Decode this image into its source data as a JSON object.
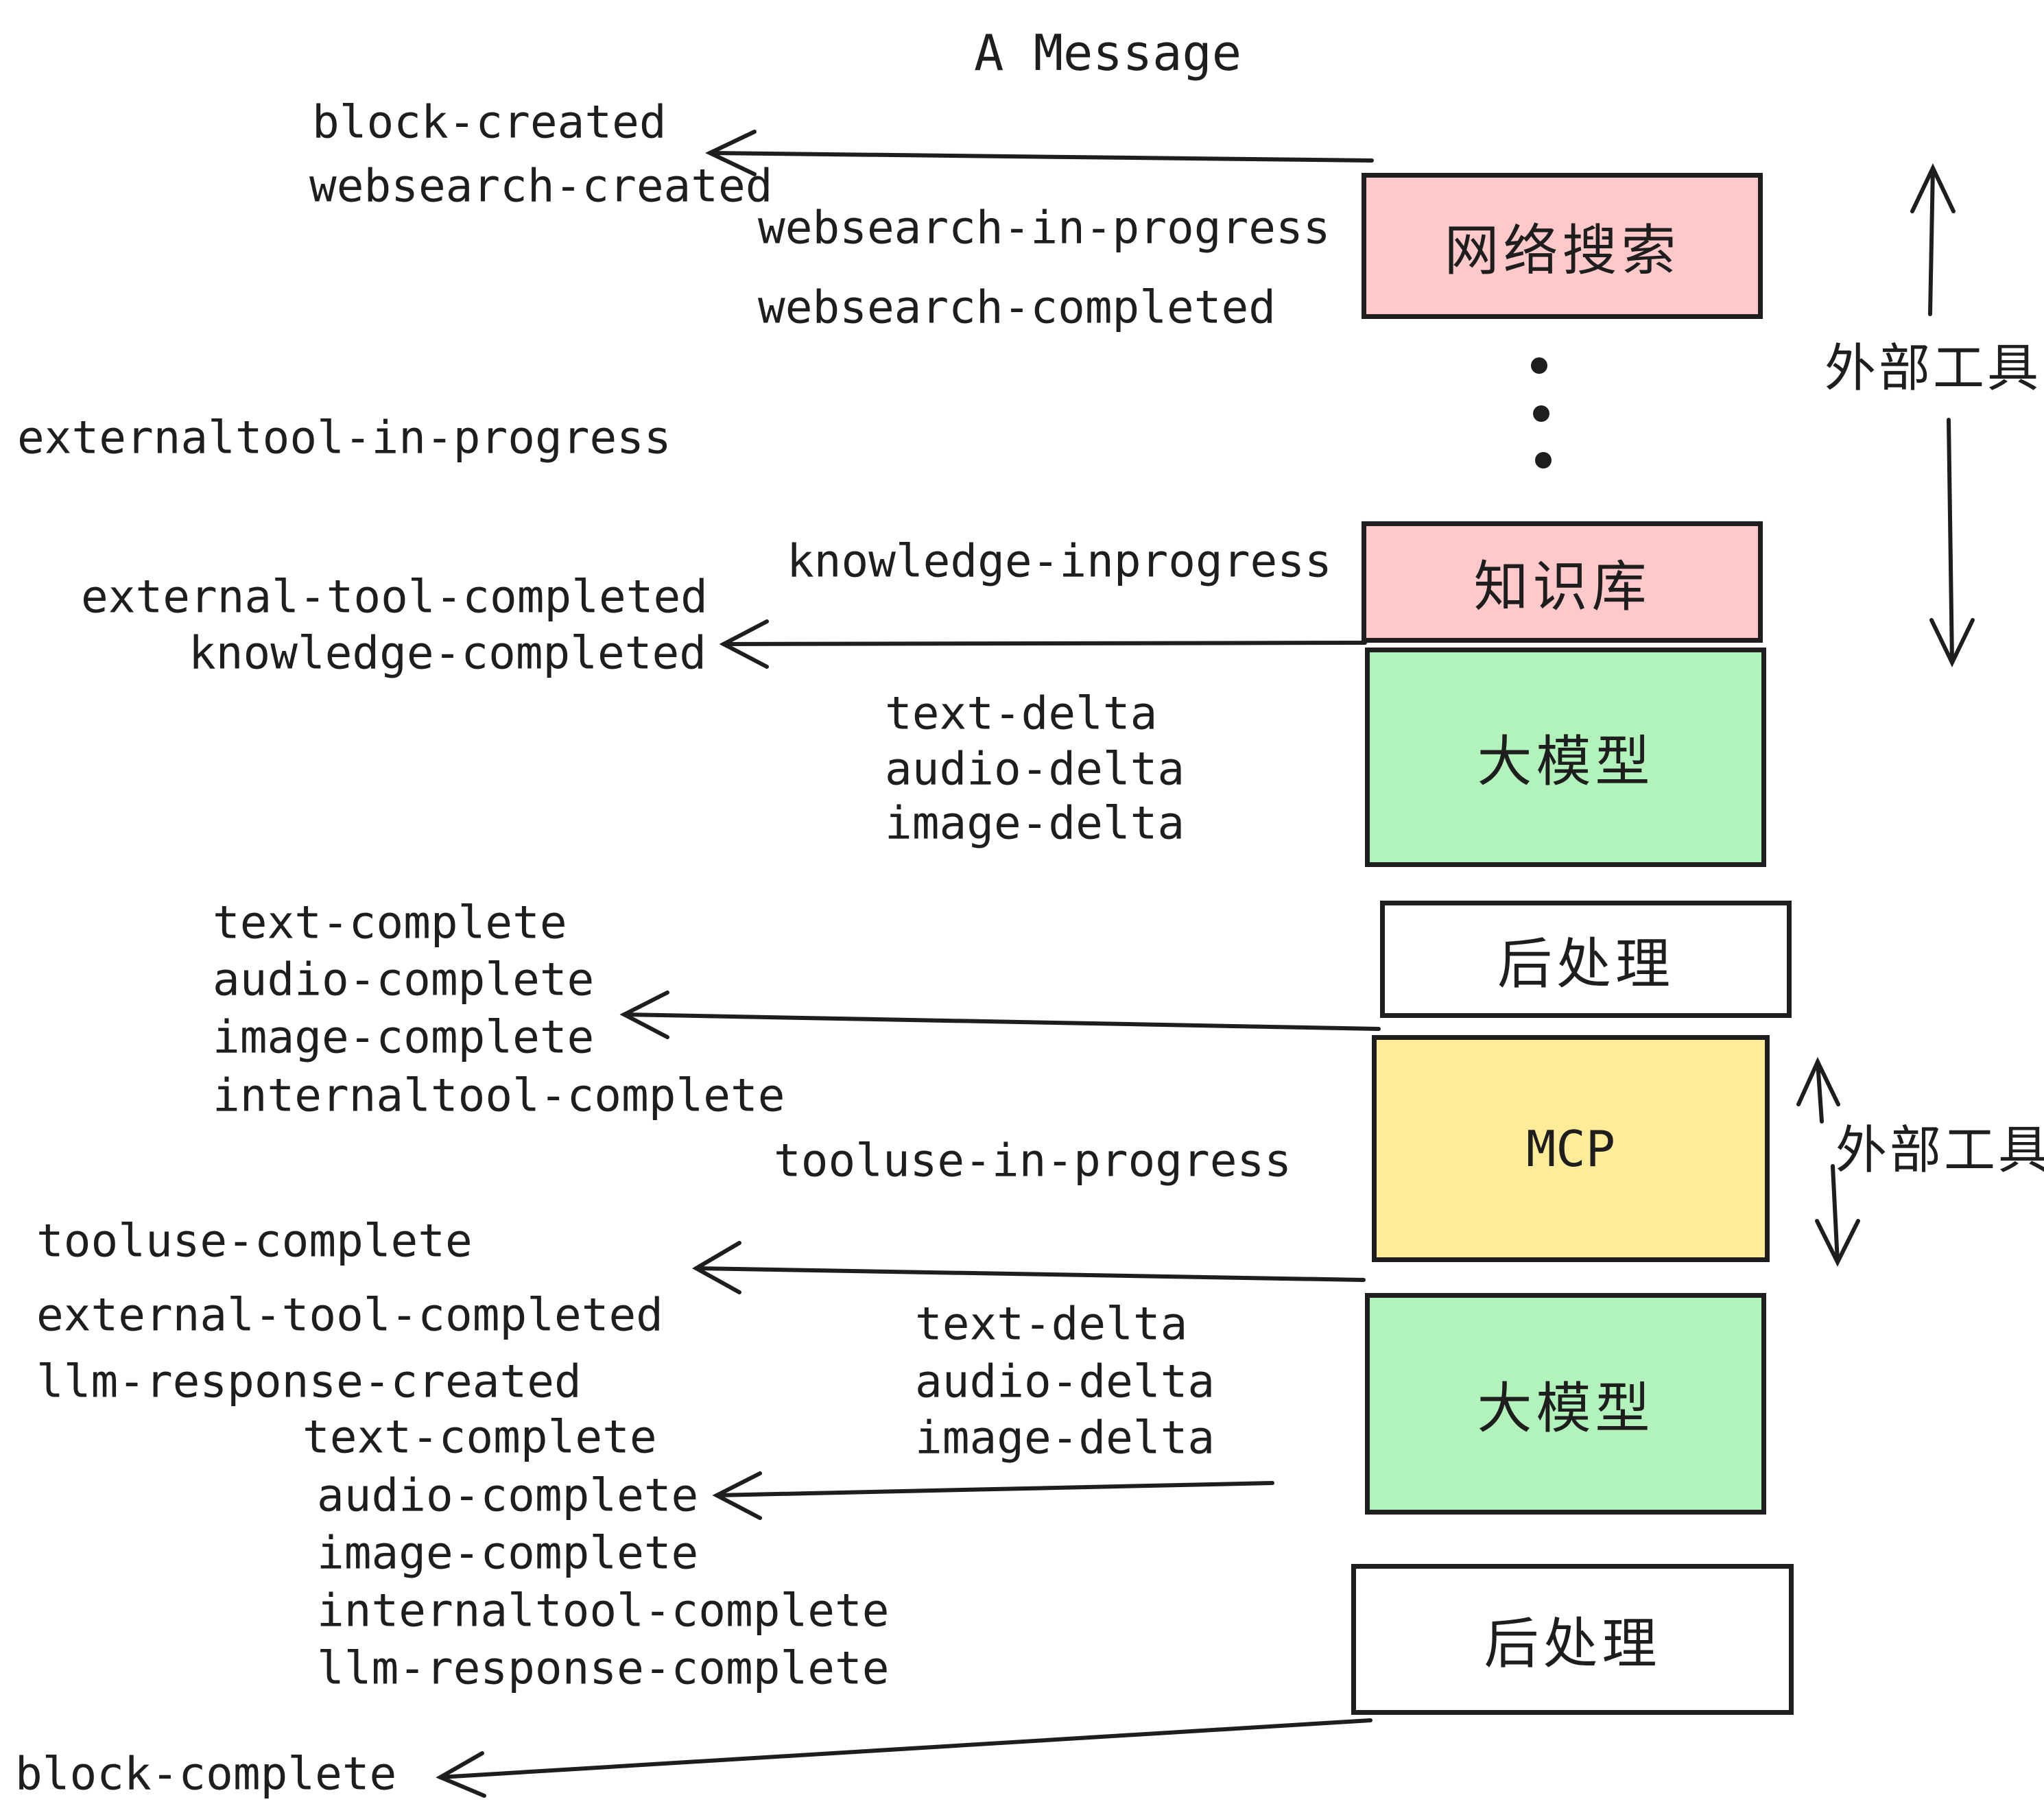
{
  "title": "A Message",
  "colors": {
    "ink": "#1e1e1e",
    "pink": "#ffc9c9",
    "green": "#b2f2bb",
    "yellow": "#ffec99",
    "white": "#ffffff"
  },
  "boxes": [
    {
      "id": "websearch",
      "label": "网络搜索",
      "color": "#ffc9c9"
    },
    {
      "id": "knowledge-base",
      "label": "知识库",
      "color": "#ffc9c9"
    },
    {
      "id": "llm-1",
      "label": "大模型",
      "color": "#b2f2bb"
    },
    {
      "id": "postprocess-1",
      "label": "后处理",
      "color": "#ffffff"
    },
    {
      "id": "mcp",
      "label": "MCP",
      "color": "#ffec99"
    },
    {
      "id": "llm-2",
      "label": "大模型",
      "color": "#b2f2bb"
    },
    {
      "id": "postprocess-2",
      "label": "后处理",
      "color": "#ffffff"
    }
  ],
  "side_labels": [
    {
      "label": "外部工具"
    },
    {
      "label": "外部工具"
    }
  ],
  "events": [
    {
      "label": "block-created"
    },
    {
      "label": "websearch-created"
    },
    {
      "label": "websearch-in-progress"
    },
    {
      "label": "websearch-completed"
    },
    {
      "label": "externaltool-in-progress"
    },
    {
      "label": "knowledge-inprogress"
    },
    {
      "label": "external-tool-completed"
    },
    {
      "label": "knowledge-completed"
    },
    {
      "label": "text-delta"
    },
    {
      "label": "audio-delta"
    },
    {
      "label": "image-delta"
    },
    {
      "label": "text-complete"
    },
    {
      "label": "audio-complete"
    },
    {
      "label": "image-complete"
    },
    {
      "label": "internaltool-complete"
    },
    {
      "label": "tooluse-in-progress"
    },
    {
      "label": "tooluse-complete"
    },
    {
      "label": "external-tool-completed"
    },
    {
      "label": "llm-response-created"
    },
    {
      "label": "text-complete"
    },
    {
      "label": "text-delta"
    },
    {
      "label": "audio-delta"
    },
    {
      "label": "image-delta"
    },
    {
      "label": "audio-complete"
    },
    {
      "label": "image-complete"
    },
    {
      "label": "internaltool-complete"
    },
    {
      "label": "llm-response-complete"
    },
    {
      "label": "block-complete"
    }
  ]
}
